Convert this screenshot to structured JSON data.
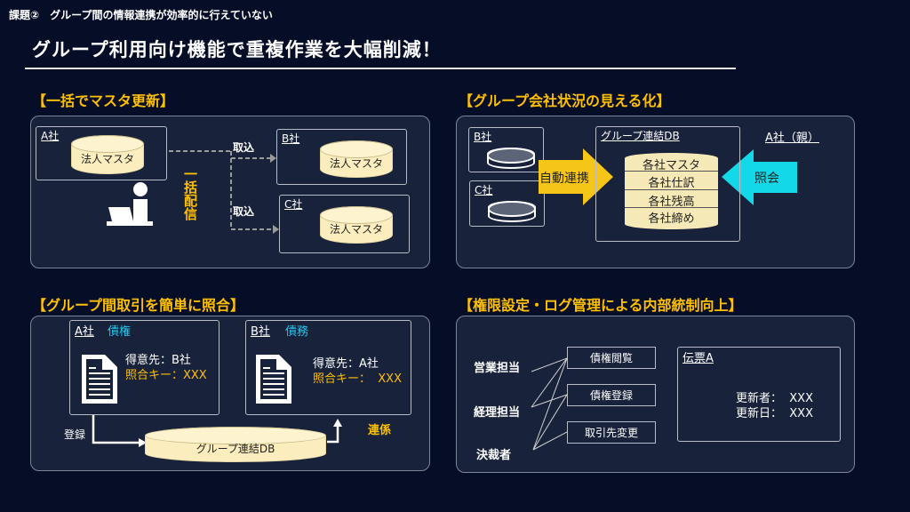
{
  "header": {
    "subtitle": "課題②　グループ間の情報連携が効率的に行えていない",
    "title": "グループ利用向け機能で重複作業を大幅削減！"
  },
  "colors": {
    "background": "#060d26",
    "panel": "#18223a",
    "accent_yellow": "#ffc000",
    "accent_cyan": "#13d8e8",
    "db": "#fbedbd"
  },
  "panel1": {
    "heading": "【一括でマスタ更新】",
    "company_a": "A社",
    "company_b": "B社",
    "company_c": "C社",
    "master": "法人マスタ",
    "import1": "取込",
    "import2": "取込",
    "bulk": "一括配信"
  },
  "panel2": {
    "heading": "【グループ会社状況の見える化】",
    "company_b": "B社",
    "company_c": "C社",
    "auto_link": "自動連携",
    "db_title": "グループ連結DB",
    "db_layers": [
      "各社マスタ",
      "各社仕訳",
      "各社残高",
      "各社締め"
    ],
    "inquiry": "照会",
    "parent": "A社（親）"
  },
  "panel3": {
    "heading": "【グループ間取引を簡単に照合】",
    "a_company": "A社",
    "a_type": "債権",
    "a_customer": "得意先：B社",
    "a_key": "照合キー：XXX",
    "b_company": "B社",
    "b_type": "債務",
    "b_customer": "得意先：A社",
    "b_key": "照合キー：  XXX",
    "register": "登録",
    "link": "連係",
    "db": "グループ連結DB"
  },
  "panel4": {
    "heading": "【権限設定・ログ管理による内部統制向上】",
    "roles": [
      "営業担当",
      "経理担当",
      "決裁者"
    ],
    "functions": [
      "債権閲覧",
      "債権登録",
      "取引先変更"
    ],
    "slip_title": "伝票A",
    "updater": "更新者：  XXX",
    "updated": "更新日：  XXX"
  }
}
